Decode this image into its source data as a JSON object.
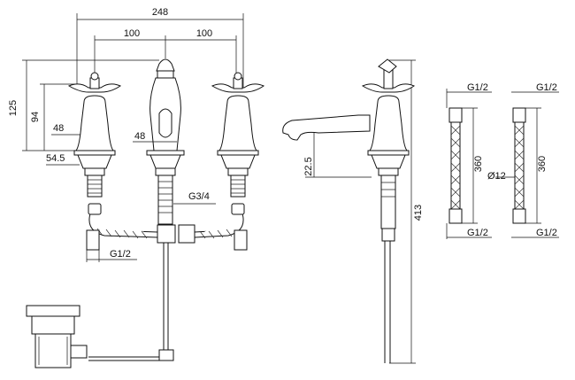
{
  "dimensions": {
    "overall_width": "248",
    "spacing_left": "100",
    "spacing_right": "100",
    "height_125": "125",
    "height_94": "94",
    "width_48_left": "48",
    "width_48_center": "48",
    "width_54_5": "54.5",
    "spout_22_5": "22.5",
    "total_height": "413",
    "thread_g3_4": "G3/4",
    "thread_g1_2_bottom_left": "G1/2",
    "hose1_top_thread": "G1/2",
    "hose1_bottom_thread": "G1/2",
    "hose1_length": "360",
    "hose2_top_thread": "G1/2",
    "hose2_bottom_thread": "G1/2",
    "hose2_length": "360",
    "hose_diameter": "Ø12"
  }
}
